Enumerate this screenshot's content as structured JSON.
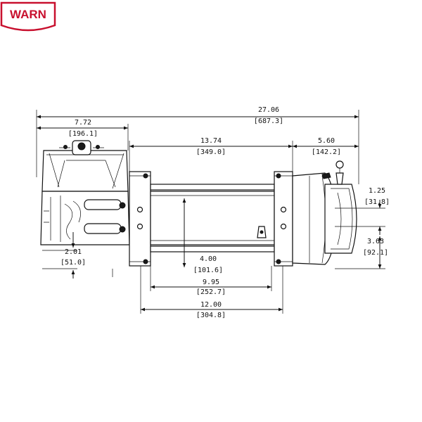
{
  "logo": {
    "text": "WARN",
    "color": "#c8102e"
  },
  "dimensions": {
    "overall_length": {
      "in": "27.06",
      "mm": "[687.3]"
    },
    "motor_length": {
      "in": "7.72",
      "mm": "[196.1]"
    },
    "drum_section": {
      "in": "13.74",
      "mm": "[349.0]"
    },
    "gear_housing": {
      "in": "5.60",
      "mm": "[142.2]"
    },
    "mount_height_left": {
      "in": "2.01",
      "mm": "[51.0]"
    },
    "drum_diameter": {
      "in": "4.00",
      "mm": "[101.6]"
    },
    "drum_length": {
      "in": "9.95",
      "mm": "[252.7]"
    },
    "bolt_spacing": {
      "in": "12.00",
      "mm": "[304.8]"
    },
    "right_offset_upper": {
      "in": "1.25",
      "mm": "[31.8]"
    },
    "right_offset_lower": {
      "in": "3.63",
      "mm": "[92.1]"
    }
  }
}
